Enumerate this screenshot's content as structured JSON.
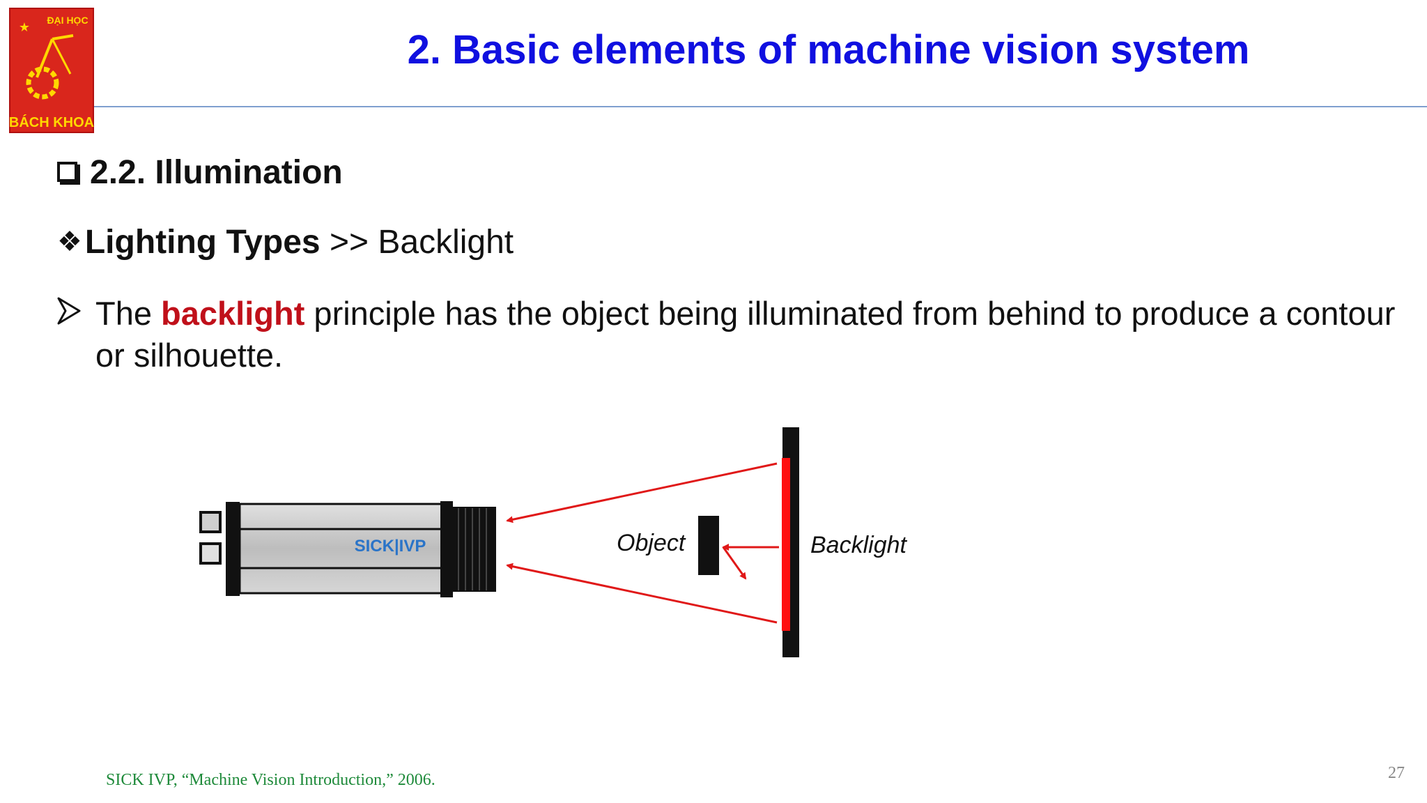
{
  "header": {
    "logo": {
      "top_text": "ĐẠI HỌC",
      "bottom_text": "BÁCH KHOA",
      "colors": {
        "red": "#d9261c",
        "yellow": "#ffd800"
      }
    },
    "title": "2. Basic elements of machine vision system"
  },
  "section": {
    "heading": "2.2. Illumination",
    "subheading_bullet": "❖",
    "subheading_bold": "Lighting Types",
    "subheading_rest": " >> Backlight"
  },
  "paragraph": {
    "before": "The ",
    "highlight": "backlight",
    "after": " principle has the object being illuminated from behind to produce a contour or silhouette."
  },
  "diagram": {
    "camera_brand": "SICK|IVP",
    "object_label": "Object",
    "backlight_label": "Backlight",
    "colors": {
      "ray": "#e01818",
      "panel": "#ff1010",
      "body": "#c8c8c8"
    }
  },
  "footer": {
    "citation": "SICK IVP, “Machine Vision Introduction,” 2006.",
    "page_number": "27"
  }
}
